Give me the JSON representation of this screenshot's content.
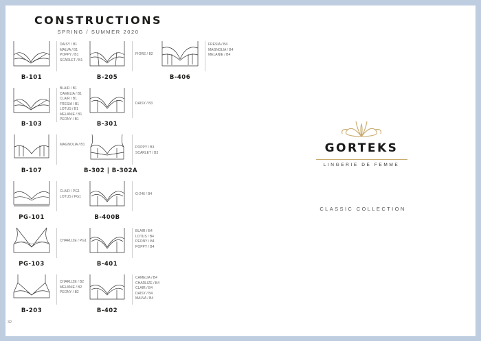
{
  "header": {
    "title": "CONSTRUCTIONS",
    "subtitle": "SPRING / SUMMER 2020"
  },
  "items": [
    {
      "code": "B-101",
      "fabrics": [
        "DAISY / B1",
        "MALVA / B1",
        "POPPY / B1",
        "SCARLET / B1"
      ]
    },
    {
      "code": "B-205",
      "fabrics": [
        "FIORE / B2"
      ]
    },
    {
      "code": "B-406",
      "fabrics": [
        "FRESIA / B4",
        "MAGNOLIA / B4",
        "MELANIE / B4"
      ]
    },
    {
      "code": "B-103",
      "fabrics": [
        "BLAIR / B1",
        "CAMELIA / B1",
        "CLAIR / B1",
        "FRESIA / B1",
        "LOTUS / B1",
        "MELANIE / B1",
        "PEONY / B1"
      ]
    },
    {
      "code": "B-301",
      "fabrics": [
        "DAISY / B3"
      ]
    },
    {
      "code": "B-107",
      "fabrics": [
        "MAGNOLIA / B1"
      ]
    },
    {
      "code": "B-302 | B-302A",
      "fabrics": [
        "POPPY / B3",
        "SCARLET / B3"
      ]
    },
    {
      "code": "PG-101",
      "fabrics": [
        "CLAIR / PG1",
        "LOTUS / PG1"
      ]
    },
    {
      "code": "B-400B",
      "fabrics": [
        "G-246 / B4"
      ]
    },
    {
      "code": "PG-103",
      "fabrics": [
        "CHARLIZE / PG1"
      ]
    },
    {
      "code": "B-401",
      "fabrics": [
        "BLAIR / B4",
        "LOTUS / B4",
        "PEONY / B4",
        "POPPY / B4"
      ]
    },
    {
      "code": "B-203",
      "fabrics": [
        "CHARLIZE / B2",
        "MELANIE / B2",
        "PEONY / B2"
      ]
    },
    {
      "code": "B-402",
      "fabrics": [
        "CAMELIA / B4",
        "CHARLIZE / B4",
        "CLAIR / B4",
        "DAISY / B4",
        "MALVA / B4"
      ]
    }
  ],
  "footer": {
    "page_number": "32"
  },
  "brand": {
    "name": "GORTEKS",
    "tagline": "LINGERIE DE FEMME",
    "collection": "CLASSIC COLLECTION",
    "emblem_icon": "gold-ornament-icon",
    "accent_color": "#c8ab6d"
  },
  "colors": {
    "background": "#bfcde1",
    "page": "#ffffff",
    "text_dark": "#1d1d1b"
  }
}
